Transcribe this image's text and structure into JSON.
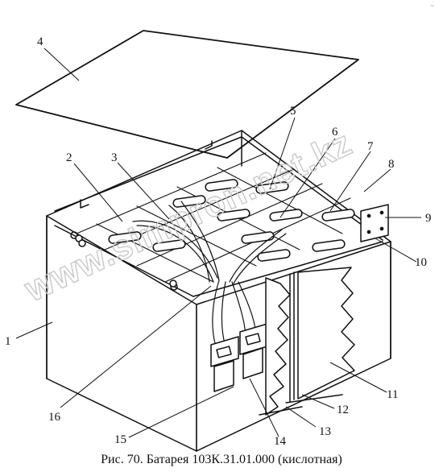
{
  "callouts": {
    "n1": "1",
    "n2": "2",
    "n3": "3",
    "n4": "4",
    "n5": "5",
    "n6": "6",
    "n7": "7",
    "n8": "8",
    "n9": "9",
    "n10": "10",
    "n11": "11",
    "n12": "12",
    "n13": "13",
    "n14": "14",
    "n15": "15",
    "n16": "16"
  },
  "caption": "Рис. 70. Батарея 103К.31.01.000 (кислотная)",
  "watermark": "www.simpron.net.kz",
  "corner_mark": "~"
}
